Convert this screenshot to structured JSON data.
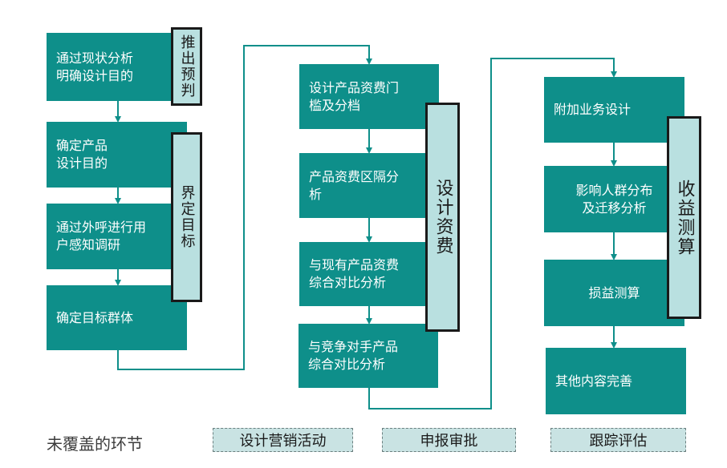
{
  "columns": [
    {
      "boxes": [
        {
          "text": "通过现状分析\n明确设计目的"
        },
        {
          "text": "确定产品\n设计目的"
        },
        {
          "text": "通过外呼进行用\n户感知调研"
        },
        {
          "text": "确定目标群体"
        }
      ],
      "tags": [
        "推出预判",
        "界定目标"
      ]
    },
    {
      "boxes": [
        {
          "text": "设计产品资费门\n槛及分档"
        },
        {
          "text": "产品资费区隔分\n析"
        },
        {
          "text": "与现有产品资费\n综合对比分析"
        },
        {
          "text": "与竞争对手产品\n综合对比分析"
        }
      ],
      "tags": [
        "设计资费"
      ]
    },
    {
      "boxes": [
        {
          "text": "附加业务设计"
        },
        {
          "text": "影响人群分布\n及迁移分析"
        },
        {
          "text": "损益测算"
        },
        {
          "text": "其他内容完善"
        }
      ],
      "tags": [
        "收益测算"
      ]
    }
  ],
  "bottom": {
    "label": "未覆盖的环节",
    "items": [
      "设计营销活动",
      "申报审批",
      "跟踪评估"
    ]
  },
  "colors": {
    "box": "#0e8f8a",
    "tag_fill": "#b9e0e0",
    "line": "#0e8f8a"
  }
}
